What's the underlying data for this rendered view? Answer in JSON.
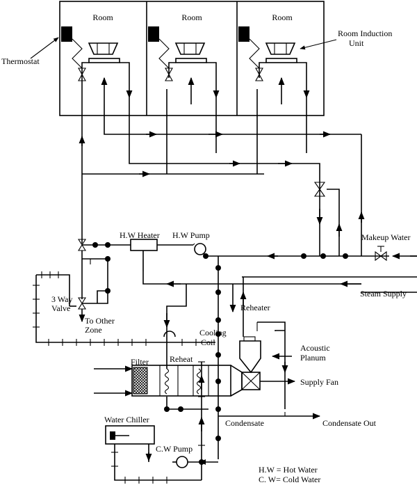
{
  "labels": {
    "room_1": "Room",
    "room_2": "Room",
    "room_3": "Room",
    "thermostat": "Thermostat",
    "room_induction_unit_line1": "Room Induction",
    "room_induction_unit_line2": "Unit",
    "hw_heater": "H.W Heater",
    "hw_pump": "H.W Pump",
    "makeup_water": "Makeup Water",
    "steam_supply": "Steam Supply",
    "three_way_valve_line1": "3 Way",
    "three_way_valve_line2": "Valve",
    "to_other_zone_line1": "To Other",
    "to_other_zone_line2": "Zone",
    "reheater": "Reheater",
    "cooling_coil_line1": "Cooling",
    "cooling_coil_line2": "Coil",
    "acoustic_planum_line1": "Acoustic",
    "acoustic_planum_line2": "Planum",
    "filter": "Filter",
    "reheat": "Reheat",
    "supply_fan": "Supply Fan",
    "water_chiller": "Water Chiller",
    "condensate": "Condensate",
    "condensate_out": "Condensate Out",
    "cw_pump": "C.W Pump",
    "legend_hw": "H.W = Hot Water",
    "legend_cw": "C. W= Cold Water"
  }
}
